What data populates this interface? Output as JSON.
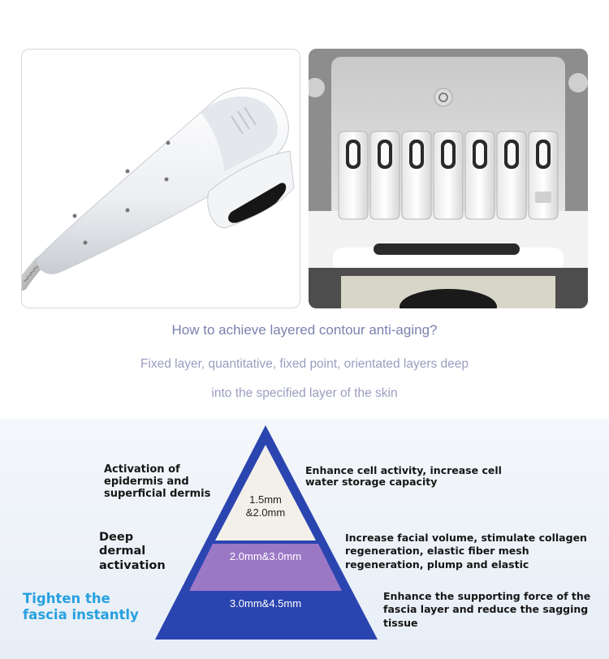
{
  "heading": "How to achieve layered contour anti-aging?",
  "subtitle_line1": "Fixed layer, quantitative, fixed point, orientated layers deep",
  "subtitle_line2": "into the specified layer of the skin",
  "colors": {
    "heading": "#7a82ad",
    "subtitle": "#9a9ec0",
    "pyramid_outer": "#2b45b0",
    "layer_top": "#f3f0ea",
    "layer_mid": "#9b78c6",
    "layer_bottom": "#2b45b0",
    "accent_text": "#27a0e0"
  },
  "pyramid": {
    "top_label": "1.5mm\n&2.0mm",
    "middle_label": "2.0mm&3.0mm",
    "bottom_label": "3.0mm&4.5mm"
  },
  "left_labels": {
    "top": "Activation of\nepidermis and\nsuperficial dermis",
    "middle": "Deep\ndermal\nactivation",
    "bottom": "Tighten the\nfascia instantly"
  },
  "right_labels": {
    "top": "Enhance cell activity, increase cell\nwater storage capacity",
    "middle": "Increase facial volume, stimulate collagen\nregeneration, elastic fiber mesh\nregeneration, plump and elastic",
    "bottom": "Enhance the supporting force of the\nfascia layer and reduce the sagging\ntissue"
  }
}
